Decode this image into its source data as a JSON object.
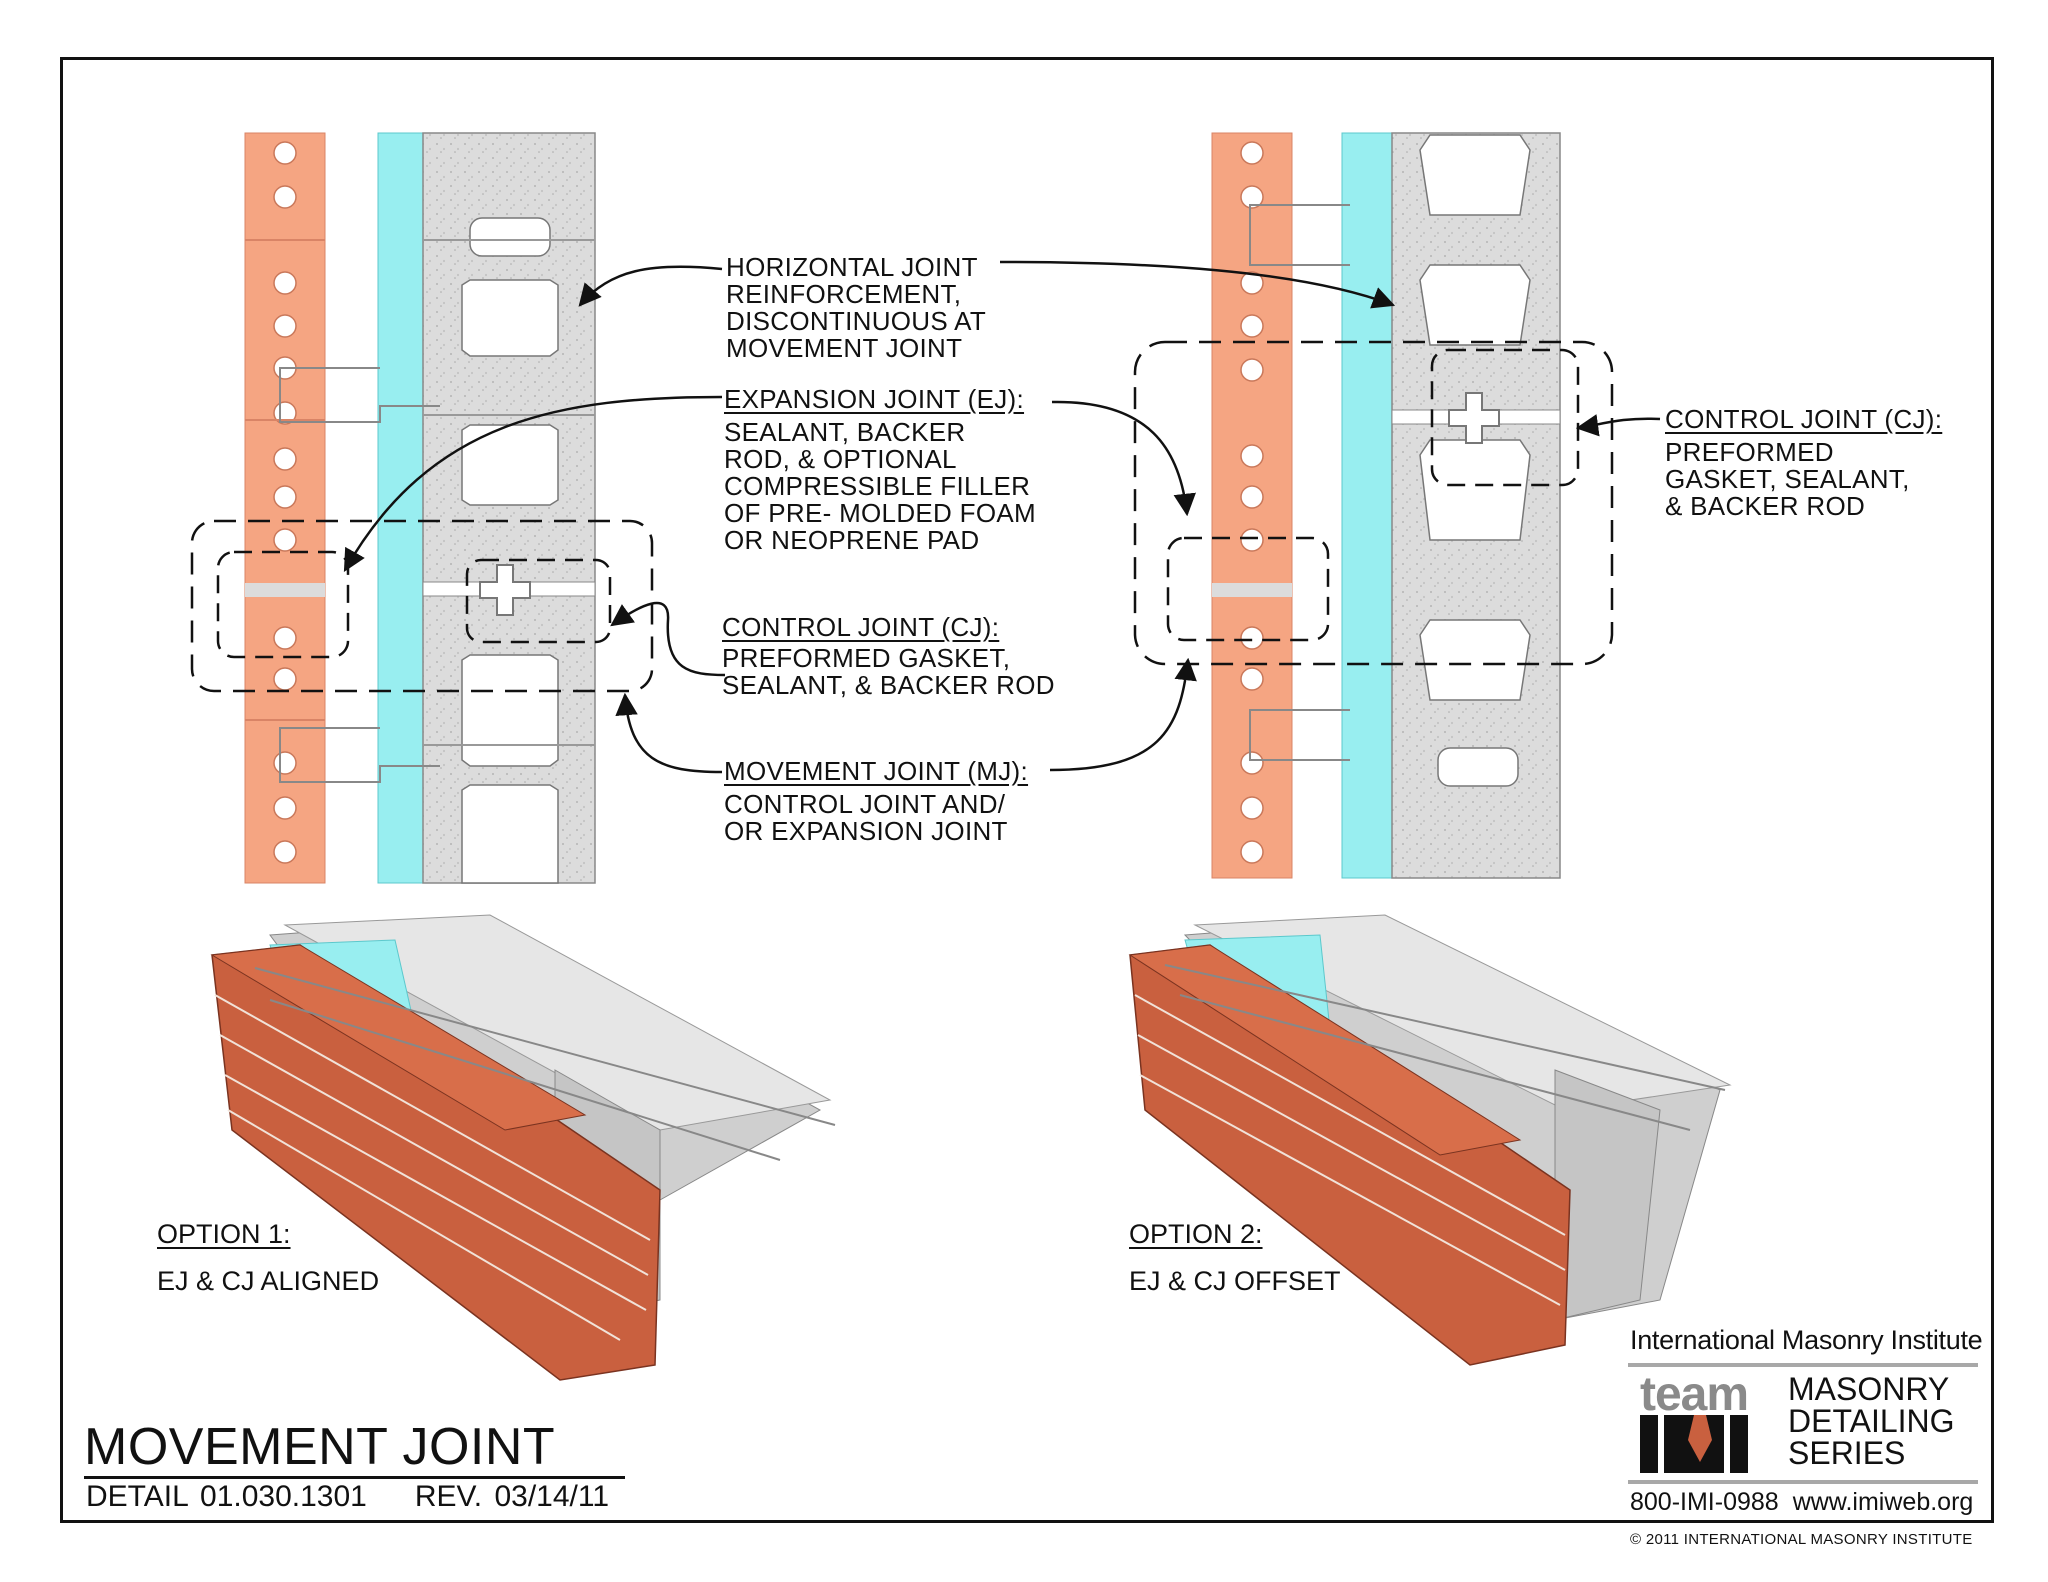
{
  "callouts": {
    "horizontal_joint": [
      "HORIZONTAL JOINT",
      "REINFORCEMENT,",
      "DISCONTINUOUS AT",
      "MOVEMENT JOINT"
    ],
    "expansion_joint": {
      "heading": "EXPANSION JOINT (EJ):",
      "lines": [
        "SEALANT, BACKER",
        "ROD, & OPTIONAL",
        "COMPRESSIBLE FILLER",
        "OF PRE- MOLDED FOAM",
        "OR NEOPRENE PAD"
      ]
    },
    "control_joint_center": {
      "heading": "CONTROL JOINT (CJ):",
      "lines": [
        "PREFORMED GASKET,",
        "SEALANT, & BACKER ROD"
      ]
    },
    "movement_joint": {
      "heading": "MOVEMENT JOINT (MJ):",
      "lines": [
        "CONTROL JOINT AND/",
        "OR EXPANSION JOINT"
      ]
    },
    "control_joint_right": {
      "heading": "CONTROL JOINT (CJ):",
      "lines": [
        "PREFORMED",
        "GASKET, SEALANT,",
        "& BACKER ROD"
      ]
    }
  },
  "options": [
    {
      "heading": "OPTION 1:",
      "text": "EJ & CJ ALIGNED"
    },
    {
      "heading": "OPTION 2:",
      "text": "EJ & CJ OFFSET"
    }
  ],
  "title_block": {
    "title": "MOVEMENT JOINT",
    "detail": "DETAIL 01.030.1301",
    "revision": "REV. 03/14/11"
  },
  "logo": {
    "organization": "International Masonry Institute",
    "team": "team",
    "series": [
      "MASONRY",
      "DETAILING",
      "SERIES"
    ],
    "phone": "800-IMI-0988",
    "website": "www.imiweb.org"
  },
  "copyright": "© 2011 INTERNATIONAL MASONRY INSTITUTE",
  "colors": {
    "brick": "#f5a582",
    "insulation": "#98eef0",
    "block": "#d8d8d8",
    "brick_3d": "#c9603f",
    "ink": "#111111"
  }
}
